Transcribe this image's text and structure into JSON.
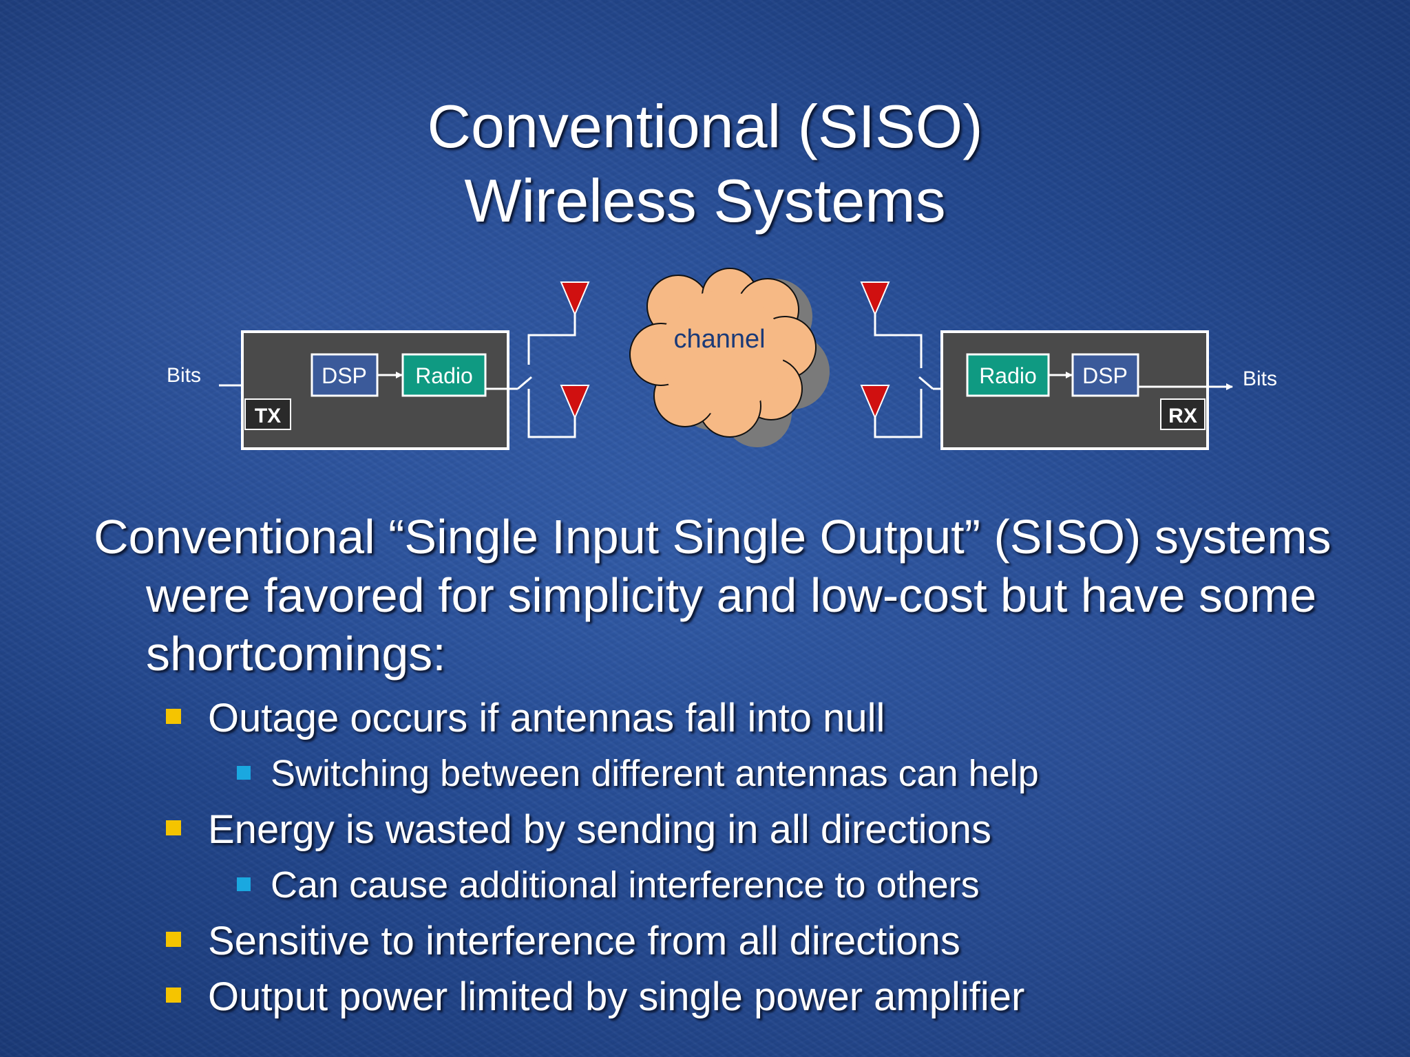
{
  "title": {
    "line1": "Conventional (SISO)",
    "line2": "Wireless Systems"
  },
  "diagram": {
    "tx_bits": "Bits",
    "rx_bits": "Bits",
    "tx_label": "TX",
    "rx_label": "RX",
    "tx_dsp": "DSP",
    "tx_radio": "Radio",
    "rx_radio": "Radio",
    "rx_dsp": "DSP",
    "channel": "channel",
    "colors": {
      "box_fill": "#4a4a4a",
      "dsp_fill": "#3b5a9a",
      "radio_fill": "#0f9a82",
      "antenna": "#d01010",
      "cloud": "#f6b985"
    }
  },
  "body": {
    "main": "Conventional “Single Input Single Output” (SISO) systems were favored for simplicity and low-cost but have some shortcomings:",
    "bullets": [
      {
        "level": 1,
        "text": "Outage occurs if antennas fall into null"
      },
      {
        "level": 2,
        "text": "Switching between different antennas can help"
      },
      {
        "level": 1,
        "text": "Energy is wasted by sending in all directions"
      },
      {
        "level": 2,
        "text": "Can cause additional interference to others"
      },
      {
        "level": 1,
        "text": "Sensitive to interference from all directions"
      },
      {
        "level": 1,
        "text": "Output power limited by single power amplifier"
      }
    ]
  }
}
